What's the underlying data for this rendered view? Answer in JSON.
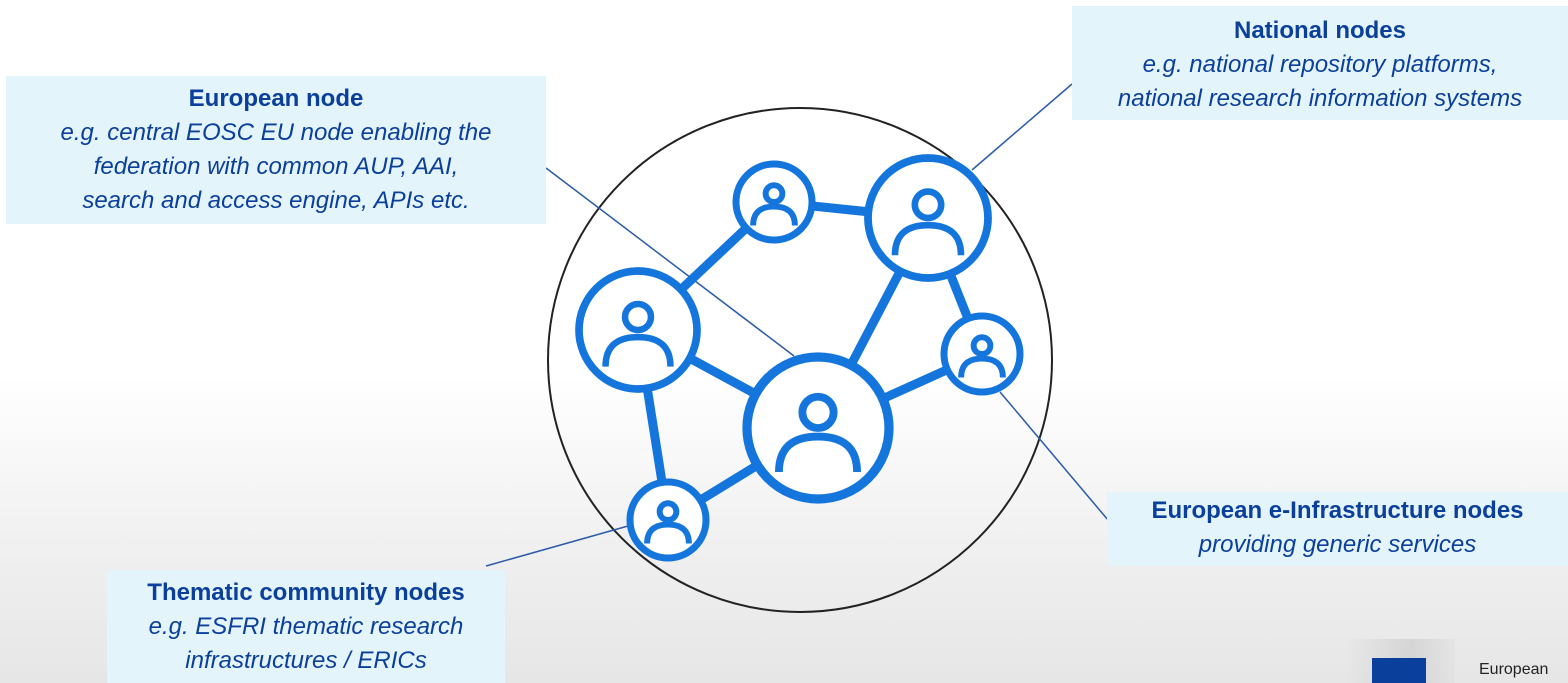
{
  "nodes": {
    "european": {
      "title": "European node",
      "lines": [
        "e.g. central EOSC EU node enabling the",
        "federation with common AUP, AAI,",
        "search and access engine, APIs etc."
      ]
    },
    "national": {
      "title": "National nodes",
      "lines": [
        "e.g. national repository platforms,",
        "national research information systems"
      ]
    },
    "einfrastructure": {
      "title": "European e-Infrastructure nodes",
      "lines": [
        "providing generic services"
      ]
    },
    "thematic": {
      "title": "Thematic community nodes",
      "lines": [
        "e.g. ESFRI thematic research",
        "infrastructures / ERICs"
      ]
    }
  },
  "logo": {
    "text": "European"
  },
  "colors": {
    "network": "#1476dc",
    "callout_bg": "#e4f4fb",
    "callout_text": "#0b3f9c"
  },
  "icons": [
    "person-node-icon",
    "eu-flag-icon"
  ]
}
